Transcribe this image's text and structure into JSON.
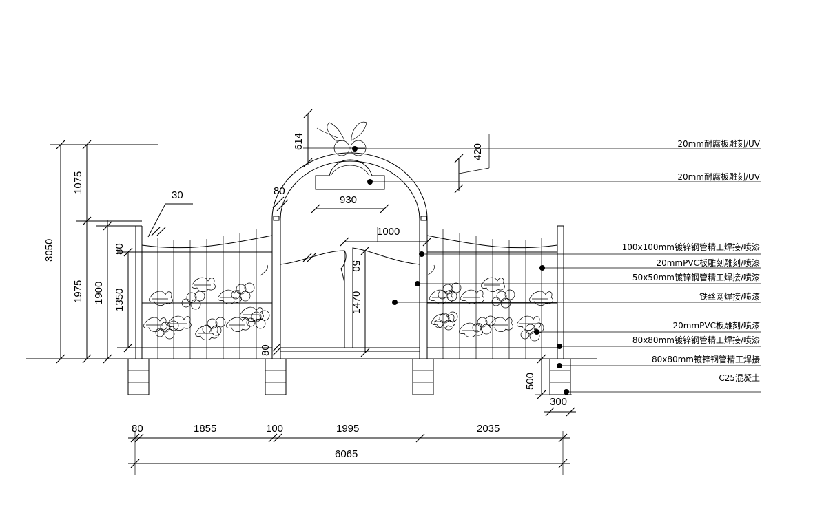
{
  "drawing": {
    "dimensions": {
      "total_height": "3050",
      "arch_height": "1075",
      "fence_height": "1975",
      "post_height": "1900",
      "panel_height": "1350",
      "panel_top_offset": "80",
      "post_width_top": "30",
      "crown_height": "614",
      "crown_width": "930",
      "crown_drop": "420",
      "arch_tube": "80",
      "gate_width": "1000",
      "gate_tube": "50",
      "gate_height": "1470",
      "gate_bottom": "80",
      "footing_depth": "500",
      "footing_width": "300",
      "seg_post_left": "80",
      "seg_left_panel": "1855",
      "seg_post_mid": "100",
      "seg_gate": "1995",
      "seg_right_panel": "2035",
      "overall_length": "6065"
    },
    "notes": [
      "20mm耐腐板雕刻/UV",
      "20mm耐腐板雕刻/UV",
      "100x100mm镀锌钢管精工焊接/喷漆",
      "20mmPVC板雕刻雕刻/喷漆",
      "50x50mm镀锌钢管精工焊接/喷漆",
      "铁丝网焊接/喷漆",
      "20mmPVC板雕刻/喷漆",
      "80x80mm镀锌钢管精工焊接/喷漆",
      "80x80mm镀锌钢管精工焊接",
      "C25混凝土"
    ]
  }
}
